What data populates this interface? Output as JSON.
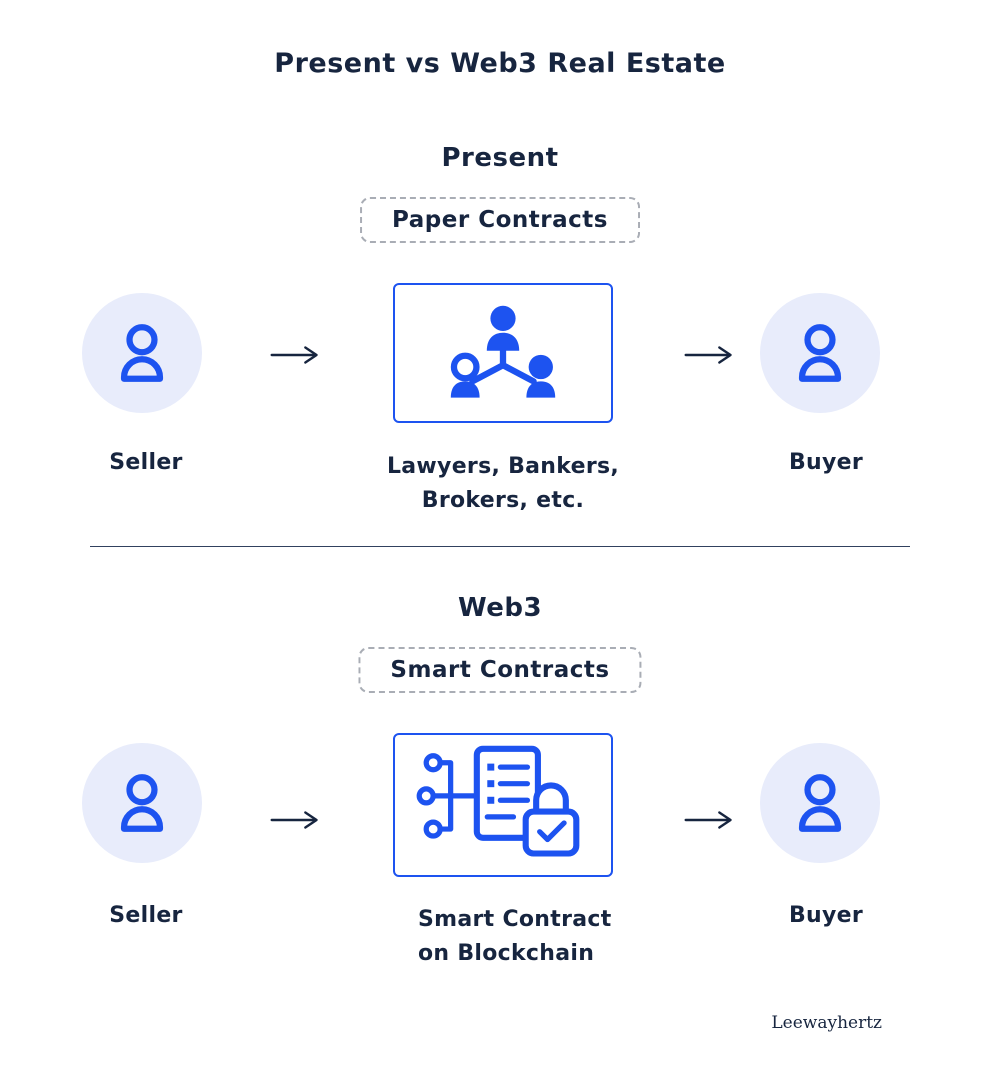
{
  "title": "Present vs Web3 Real Estate",
  "watermark": "Leewayhertz",
  "colors": {
    "navy": "#17253f",
    "blue": "#1d53f0",
    "light_circle": "#e8ecfb",
    "dashed_border": "#a9adb5",
    "background": "#ffffff"
  },
  "sections": [
    {
      "heading": "Present",
      "badge": "Paper Contracts",
      "seller_label": "Seller",
      "buyer_label": "Buyer",
      "center_label_line1": "Lawyers, Bankers,",
      "center_label_line2": "Brokers, etc.",
      "center_icon": "people-network-icon"
    },
    {
      "heading": "Web3",
      "badge": "Smart Contracts",
      "seller_label": "Seller",
      "buyer_label": "Buyer",
      "center_label_line1": "Smart Contract",
      "center_label_line2": "on Blockchain",
      "center_icon": "smart-contract-icon"
    }
  ]
}
